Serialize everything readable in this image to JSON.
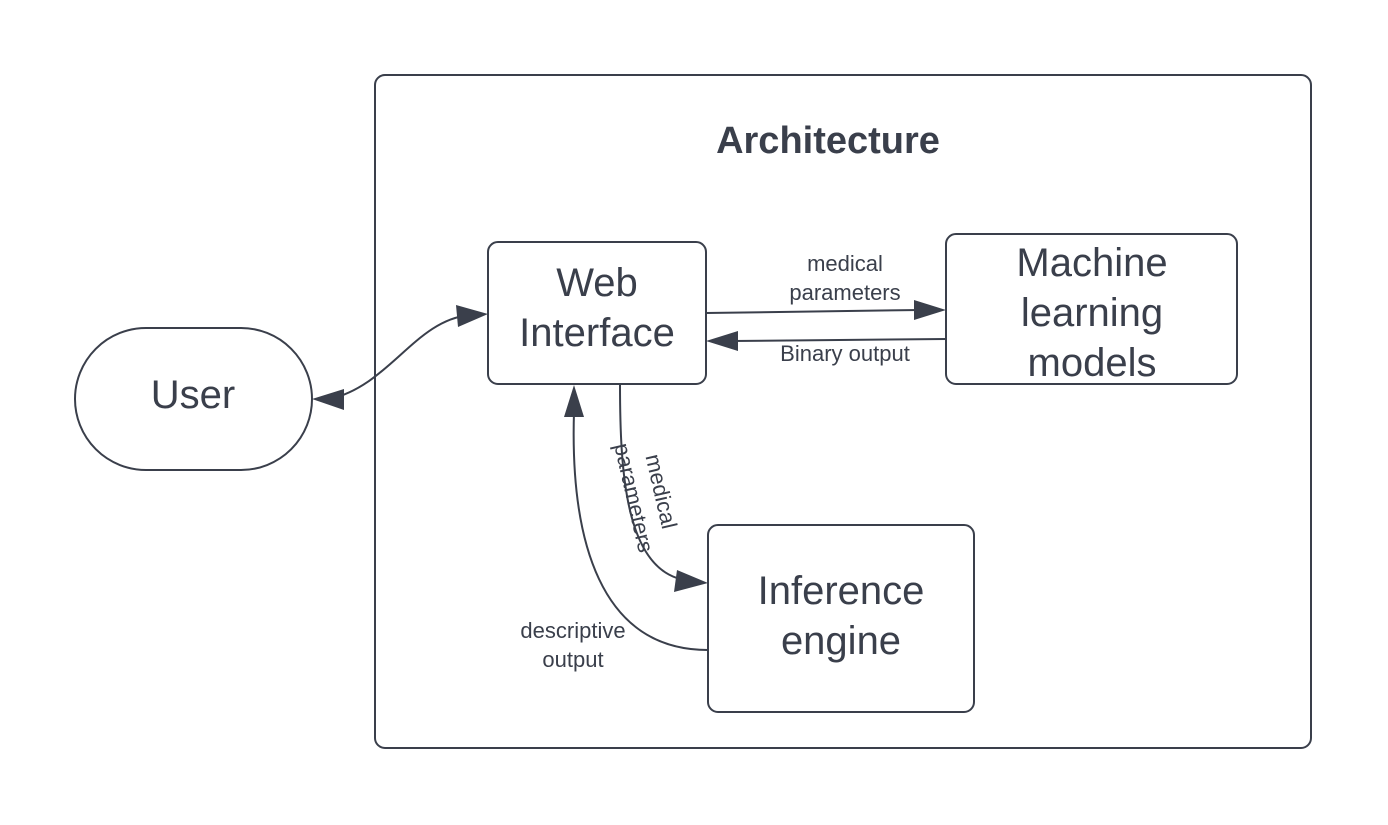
{
  "diagram": {
    "container": {
      "title": "Architecture"
    },
    "nodes": {
      "user": {
        "label": "User"
      },
      "web_interface": {
        "lines": [
          "Web",
          "Interface"
        ]
      },
      "ml_models": {
        "lines": [
          "Machine",
          "learning",
          "models"
        ]
      },
      "inference_engine": {
        "lines": [
          "Inference",
          "engine"
        ]
      }
    },
    "edges": {
      "web_to_ml": {
        "lines": [
          "medical",
          "parameters"
        ]
      },
      "ml_to_web": {
        "label": "Binary output"
      },
      "web_to_inference": {
        "lines": [
          "medical",
          "parameters"
        ]
      },
      "inference_to_web": {
        "lines": [
          "descriptive",
          "output"
        ]
      }
    },
    "colors": {
      "stroke": "#3a3f4b",
      "background": "#ffffff"
    }
  }
}
